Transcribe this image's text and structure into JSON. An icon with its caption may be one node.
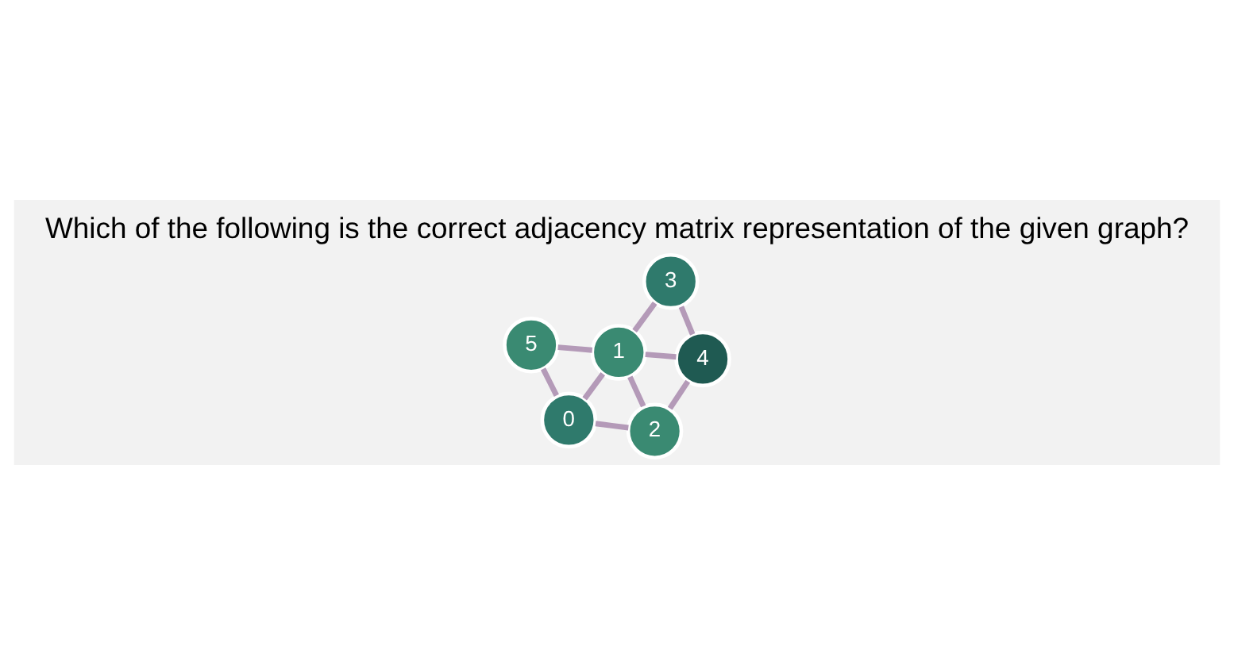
{
  "diagram": {
    "title": "Which of the following is the correct adjacency matrix representation of the given graph?",
    "nodes": [
      {
        "text": [
          "0"
        ]
      },
      {
        "text": [
          "1"
        ]
      },
      {
        "text": [
          "2"
        ]
      },
      {
        "text": [
          "3"
        ]
      },
      {
        "text": [
          "4"
        ]
      },
      {
        "text": [
          "5"
        ]
      }
    ],
    "edges": [
      {
        "from": 0,
        "to": 2,
        "arrow": "none"
      },
      {
        "from": 0,
        "to": 5,
        "arrow": "none"
      },
      {
        "from": 0,
        "to": 1,
        "arrow": "none"
      },
      {
        "from": 2,
        "to": 1,
        "arrow": "none"
      },
      {
        "from": 2,
        "to": 4,
        "arrow": "none"
      },
      {
        "from": 3,
        "to": 1,
        "arrow": "none"
      },
      {
        "from": 3,
        "to": 4,
        "arrow": "none"
      },
      {
        "from": 5,
        "to": 1,
        "arrow": "none"
      },
      {
        "from": 1,
        "to": 4,
        "arrow": "none"
      }
    ]
  }
}
